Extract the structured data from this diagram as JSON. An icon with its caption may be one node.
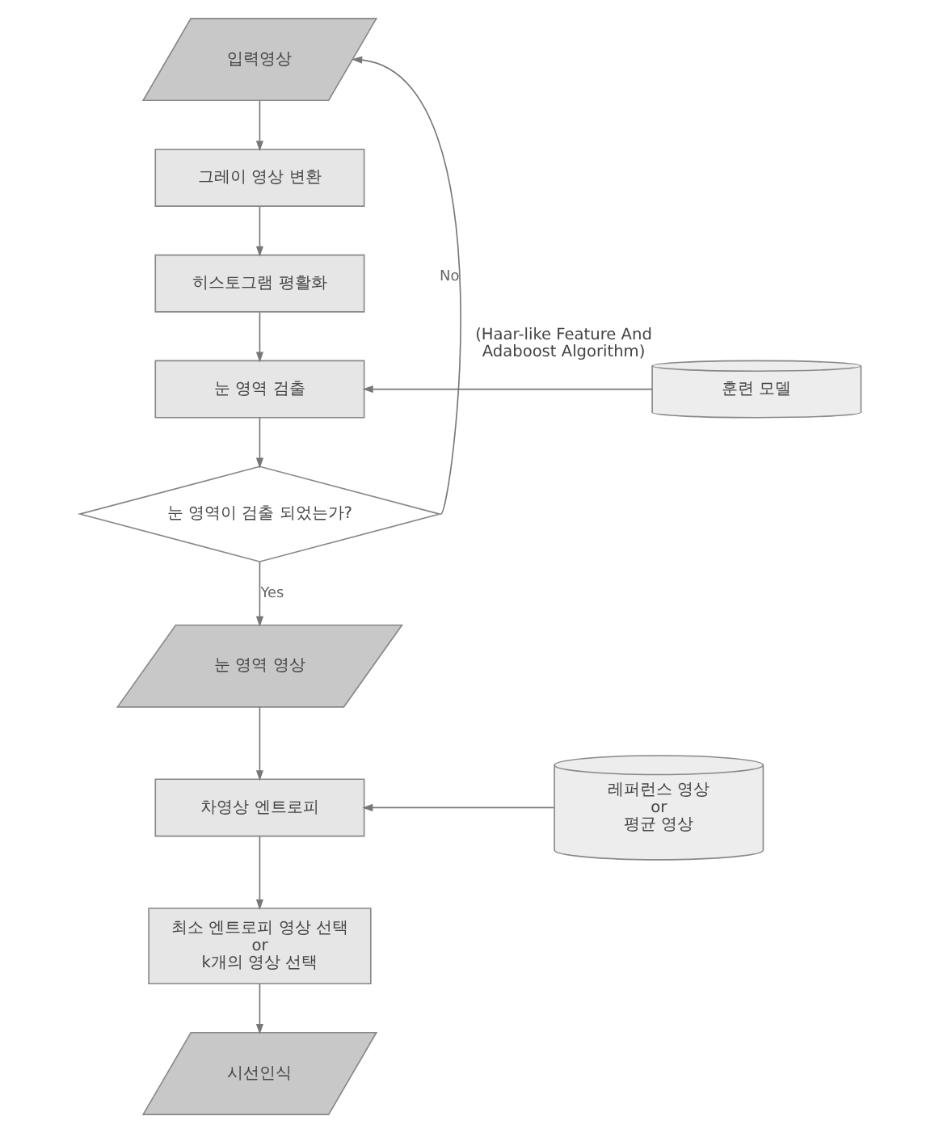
{
  "diagram": {
    "nodes": [
      {
        "text": [
          "입력영상"
        ]
      },
      {
        "text": [
          "그레이 영상 변환"
        ]
      },
      {
        "text": [
          "히스토그램 평활화"
        ]
      },
      {
        "text": [
          "훈련 모델"
        ],
        "beside": [
          "(Haar-like Feature And Adaboost Algorithm)"
        ]
      },
      {
        "text": [
          "눈 영역 검출"
        ]
      },
      {
        "text": [
          "눈 영역이 검출 되었는가?"
        ]
      },
      {
        "text": [
          "눈 영역 영상"
        ]
      },
      {
        "text": [
          "차영상 엔트로피"
        ]
      },
      {
        "text": [
          "레퍼런스 영상 or 평균 영상"
        ]
      },
      {
        "text": [
          "최소 엔트로피 영상 선택 or k개의 영상 선택"
        ]
      },
      {
        "text": [
          "시선인식"
        ]
      }
    ],
    "edges": [
      {
        "from": 0,
        "to": 1,
        "arrow": "to"
      },
      {
        "from": 1,
        "to": 2,
        "arrow": "to"
      },
      {
        "from": 2,
        "to": 4,
        "arrow": "to"
      },
      {
        "from": 3,
        "to": 4,
        "arrow": "to"
      },
      {
        "from": 4,
        "to": 5,
        "arrow": "to"
      },
      {
        "from": 5,
        "to": 0,
        "arrow": "to",
        "label": "No"
      },
      {
        "from": 5,
        "to": 6,
        "arrow": "to",
        "label": "Yes"
      },
      {
        "from": 6,
        "to": 7,
        "arrow": "to"
      },
      {
        "from": 8,
        "to": 7,
        "arrow": "to"
      },
      {
        "from": 7,
        "to": 9,
        "arrow": "to"
      },
      {
        "from": 9,
        "to": 10,
        "arrow": "to"
      }
    ]
  }
}
